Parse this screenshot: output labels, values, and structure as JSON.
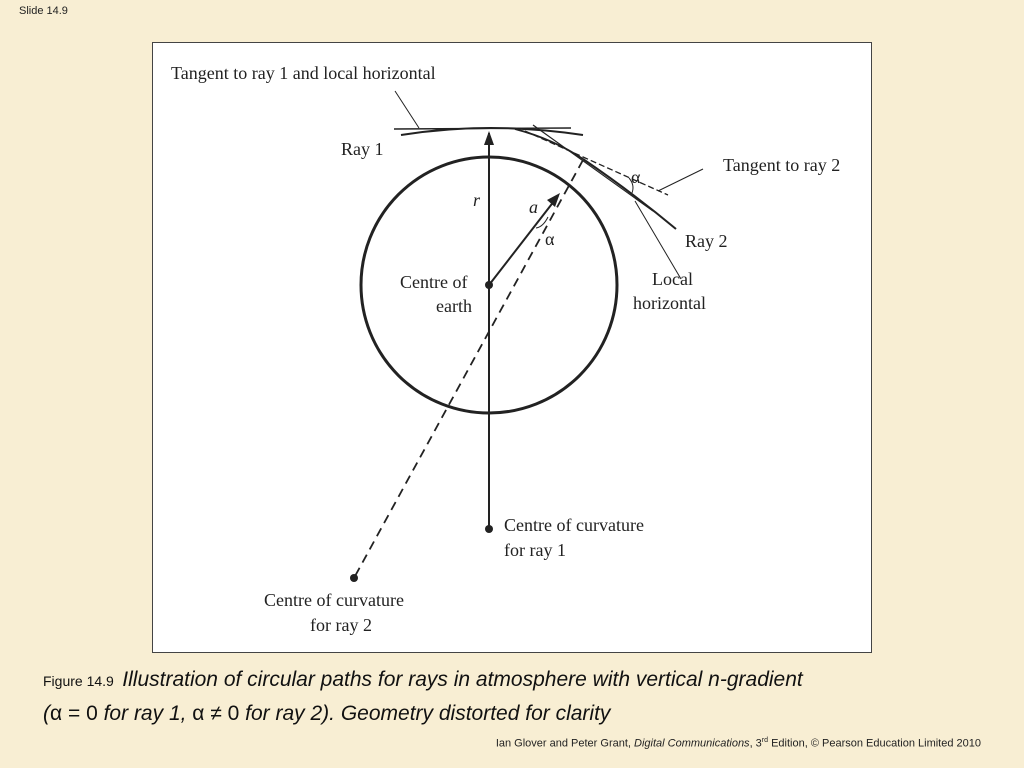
{
  "slide": {
    "number": "Slide 14.9"
  },
  "diagram": {
    "tangent_ray1_label": "Tangent to ray 1 and local horizontal",
    "ray1_label": "Ray 1",
    "r_label": "r",
    "a_label": "a",
    "alpha_label": "α",
    "centre_earth_line1": "Centre of",
    "centre_earth_line2": "earth",
    "tangent_ray2_label": "Tangent to ray 2",
    "ray2_label": "Ray 2",
    "local_horizontal_line1": "Local",
    "local_horizontal_line2": "horizontal",
    "centre_curv1_line1": "Centre of curvature",
    "centre_curv1_line2": "for ray 1",
    "centre_curv2_line1": "Centre of curvature",
    "centre_curv2_line2": "for ray 2"
  },
  "caption": {
    "figure_number": "Figure 14.9",
    "text_part1": "Illustration of circular paths for rays in atmosphere with vertical n-gradient",
    "paren_open": "(",
    "alpha_zero": "α = 0",
    "text_part2": " for ray 1, ",
    "alpha_nonzero": "α ≠ 0",
    "text_part3": " for ray 2). Geometry distorted for clarity"
  },
  "footer": {
    "authors": "Ian Glover and Peter Grant, ",
    "book": "Digital Communications",
    "edition_prefix": ", 3",
    "edition_sup": "rd",
    "edition_rest": " Edition, © Pearson Education Limited 2010"
  }
}
